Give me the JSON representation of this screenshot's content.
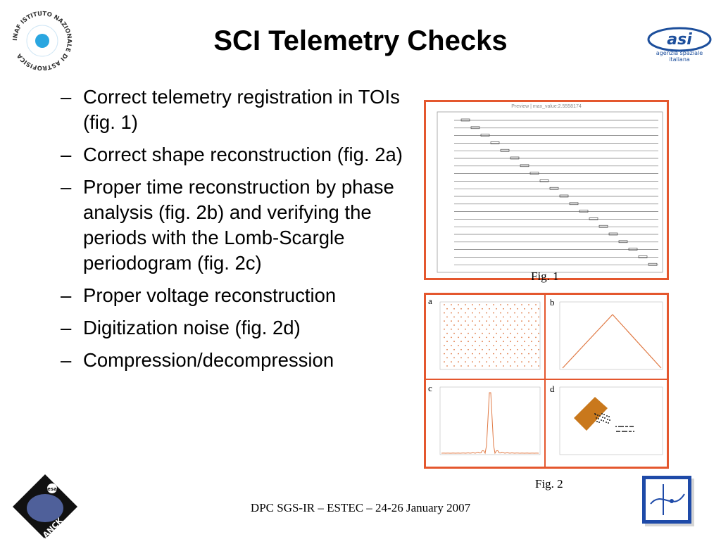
{
  "title": "SCI Telemetry Checks",
  "bullets": [
    {
      "marker": "–",
      "text": "Correct telemetry registration in TOIs (fig. 1)"
    },
    {
      "marker": "–",
      "text": "Correct shape reconstruction (fig. 2a)"
    },
    {
      "marker": "–",
      "text": "Proper time reconstruction by phase analysis (fig. 2b) and verifying the periods with the Lomb-Scargle periodogram (fig. 2c)"
    },
    {
      "marker": "–",
      "text": "Proper voltage reconstruction"
    },
    {
      "marker": "–",
      "text": "Digitization noise (fig. 2d)"
    },
    {
      "marker": "–",
      "text": "Compression/decompression"
    }
  ],
  "figures": {
    "fig1": {
      "caption": "Fig. 1",
      "header": "Preview  |  max_value:2.5558174"
    },
    "fig2": {
      "caption": "Fig. 2",
      "panels": [
        "a",
        "b",
        "c",
        "d"
      ]
    }
  },
  "logos": {
    "inaf": {
      "text": "INAF ISTITUTO NAZIONALE DI ASTROFISICA"
    },
    "asi": {
      "line1": "agenzia spaziale",
      "line2": "italiana"
    },
    "planck": {
      "text": "PLANCK",
      "badge": "esa"
    }
  },
  "footer": "DPC SGS-IR – ESTEC – 24-26 January 2007",
  "colors": {
    "frame": "#e4572e",
    "asi_blue": "#1d4f9c",
    "box_blue": "#1e4aa8",
    "plot_orange": "#e07a45"
  }
}
